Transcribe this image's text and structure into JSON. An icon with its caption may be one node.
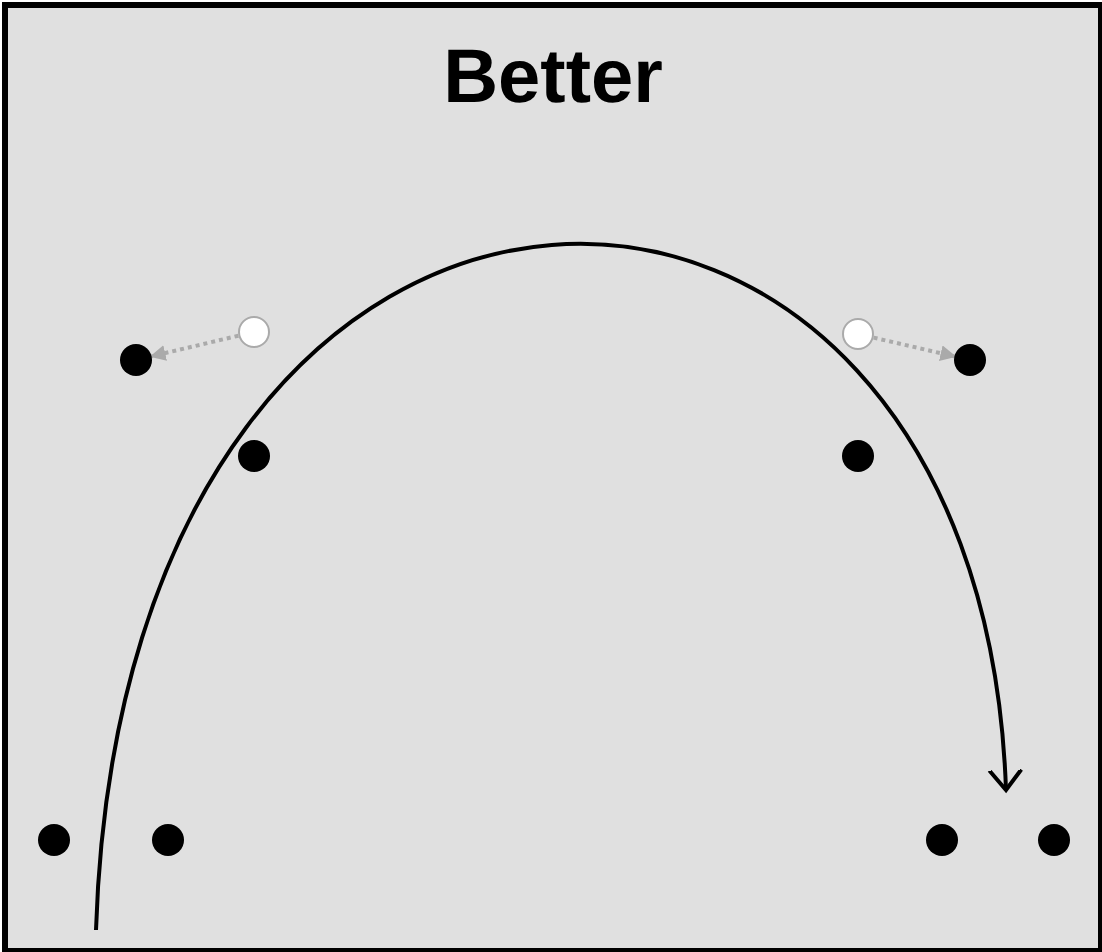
{
  "diagram": {
    "title": "Better",
    "nodes": [
      {
        "text": [],
        "shape": "circle"
      },
      {
        "text": [],
        "shape": "circle"
      },
      {
        "text": [],
        "shape": "circle"
      },
      {
        "text": [],
        "shape": "circle"
      },
      {
        "text": [],
        "shape": "circle"
      },
      {
        "text": [],
        "shape": "circle"
      },
      {
        "text": [],
        "shape": "circle"
      },
      {
        "text": [],
        "shape": "circle"
      },
      {
        "text": [],
        "shape": "circle"
      },
      {
        "text": [],
        "shape": "circle"
      }
    ],
    "edges": [
      {
        "from": 0,
        "to": 1,
        "arrow": "to",
        "style": "dashed"
      },
      {
        "from": 2,
        "to": 3,
        "arrow": "to",
        "style": "dashed"
      }
    ]
  }
}
